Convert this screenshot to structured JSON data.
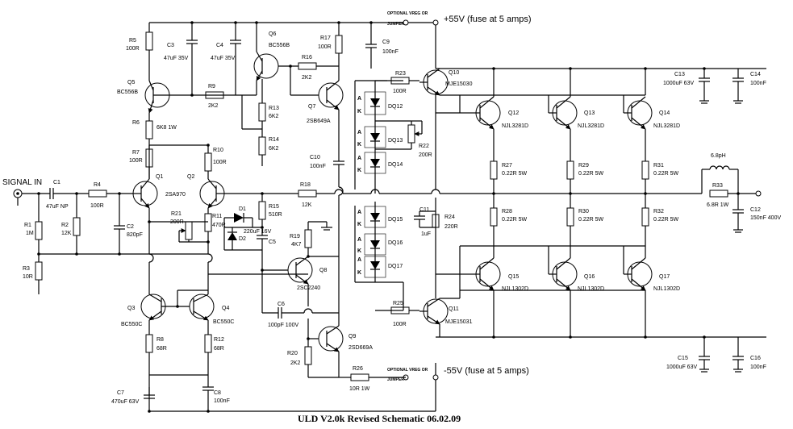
{
  "title": "ULD V2.0k   Revised Schematic   06.02.09",
  "rails": {
    "positive": "+55V  (fuse at 5 amps)",
    "negative": "-55V  (fuse at 5 amps)",
    "vreg_note_top": "OPTIONAL VREG OR",
    "jumper_top": "JUMPER",
    "vreg_note_bottom": "OPTIONAL VREG OR",
    "jumper_bottom": "JUMPER"
  },
  "signal_in": "SIGNAL IN",
  "components": {
    "C1": {
      "ref": "C1",
      "value": "47uF NP"
    },
    "R1": {
      "ref": "R1",
      "value": "1M"
    },
    "R2": {
      "ref": "R2",
      "value": "12K"
    },
    "R3": {
      "ref": "R3",
      "value": "10R"
    },
    "R4": {
      "ref": "R4",
      "value": "100R"
    },
    "C2": {
      "ref": "C2",
      "value": "820pF"
    },
    "R5": {
      "ref": "R5",
      "value": "100R"
    },
    "C3": {
      "ref": "C3",
      "value": "47uF 35V"
    },
    "C4": {
      "ref": "C4",
      "value": "47uF 35V"
    },
    "Q5": {
      "ref": "Q5",
      "value": "BC556B"
    },
    "R6": {
      "ref": "R6",
      "value": "6K8 1W"
    },
    "R7": {
      "ref": "R7",
      "value": "100R"
    },
    "R9": {
      "ref": "R9",
      "value": "2K2"
    },
    "Q6": {
      "ref": "Q6",
      "value": "BC556B"
    },
    "R16": {
      "ref": "R16",
      "value": "2K2"
    },
    "R17": {
      "ref": "R17",
      "value": "100R"
    },
    "C9": {
      "ref": "C9",
      "value": "100nF"
    },
    "R13": {
      "ref": "R13",
      "value": "6K2"
    },
    "R14": {
      "ref": "R14",
      "value": "6K2"
    },
    "Q7": {
      "ref": "Q7",
      "value": "2SB649A"
    },
    "C10": {
      "ref": "C10",
      "value": "100nF"
    },
    "R10": {
      "ref": "R10",
      "value": "100R"
    },
    "Q1": {
      "ref": "Q1",
      "value": ""
    },
    "Q2": {
      "ref": "Q2",
      "value": "2SA970"
    },
    "R18": {
      "ref": "R18",
      "value": "12K"
    },
    "R21": {
      "ref": "R21",
      "value": "200R"
    },
    "R11": {
      "ref": "R11",
      "value": "470R"
    },
    "D1": {
      "ref": "D1",
      "value": ""
    },
    "D2": {
      "ref": "D2",
      "value": ""
    },
    "R15": {
      "ref": "R15",
      "value": "510R"
    },
    "C5": {
      "ref": "C5",
      "value": "220uF 16V"
    },
    "R19": {
      "ref": "R19",
      "value": "4K7"
    },
    "Q8": {
      "ref": "Q8",
      "value": "2SC2240"
    },
    "Q3": {
      "ref": "Q3",
      "value": "BC550C"
    },
    "Q4": {
      "ref": "Q4",
      "value": "BC550C"
    },
    "C6": {
      "ref": "C6",
      "value": "100pF 100V"
    },
    "R8": {
      "ref": "R8",
      "value": "68R"
    },
    "R12": {
      "ref": "R12",
      "value": "68R"
    },
    "R20": {
      "ref": "R20",
      "value": "2K2"
    },
    "Q9": {
      "ref": "Q9",
      "value": "2SD669A"
    },
    "C7": {
      "ref": "C7",
      "value": "470uF 63V"
    },
    "C8": {
      "ref": "C8",
      "value": "100nF"
    },
    "R26": {
      "ref": "R26",
      "value": "10R 1W"
    },
    "R23": {
      "ref": "R23",
      "value": "100R"
    },
    "Q10": {
      "ref": "Q10",
      "value": "MJE15030"
    },
    "DQ12": {
      "ref": "DQ12",
      "value": ""
    },
    "DQ13": {
      "ref": "DQ13",
      "value": ""
    },
    "DQ14": {
      "ref": "DQ14",
      "value": ""
    },
    "R22": {
      "ref": "R22",
      "value": "200R"
    },
    "DQ15": {
      "ref": "DQ15",
      "value": ""
    },
    "DQ16": {
      "ref": "DQ16",
      "value": ""
    },
    "DQ17": {
      "ref": "DQ17",
      "value": ""
    },
    "C11": {
      "ref": "C11",
      "value": "1uF"
    },
    "R24": {
      "ref": "R24",
      "value": "220R"
    },
    "R25": {
      "ref": "R25",
      "value": "100R"
    },
    "Q11": {
      "ref": "Q11",
      "value": "MJE15031"
    },
    "Q12": {
      "ref": "Q12",
      "value": "NJL3281D"
    },
    "Q13": {
      "ref": "Q13",
      "value": "NJL3281D"
    },
    "Q14": {
      "ref": "Q14",
      "value": "NJL3281D"
    },
    "R27": {
      "ref": "R27",
      "value": "0.22R 5W"
    },
    "R29": {
      "ref": "R29",
      "value": "0.22R 5W"
    },
    "R31": {
      "ref": "R31",
      "value": "0.22R 5W"
    },
    "R28": {
      "ref": "R28",
      "value": "0.22R 5W"
    },
    "R30": {
      "ref": "R30",
      "value": "0.22R 5W"
    },
    "R32": {
      "ref": "R32",
      "value": "0.22R 5W"
    },
    "Q15": {
      "ref": "Q15",
      "value": "NJL1302D"
    },
    "Q16": {
      "ref": "Q16",
      "value": "NJL1302D"
    },
    "Q17": {
      "ref": "Q17",
      "value": "NJL1302D"
    },
    "C13": {
      "ref": "C13",
      "value": "1000uF 63V"
    },
    "C14": {
      "ref": "C14",
      "value": "100nF"
    },
    "C15": {
      "ref": "C15",
      "value": "1000uF 63V"
    },
    "C16": {
      "ref": "C16",
      "value": "100nF"
    },
    "L1": {
      "ref": "",
      "value": "6.8pH"
    },
    "R33": {
      "ref": "R33",
      "value": "6.8R 1W"
    },
    "C12": {
      "ref": "C12",
      "value": "150nF 400V"
    }
  },
  "pin_letters": {
    "anode": "A",
    "cathode": "K"
  }
}
